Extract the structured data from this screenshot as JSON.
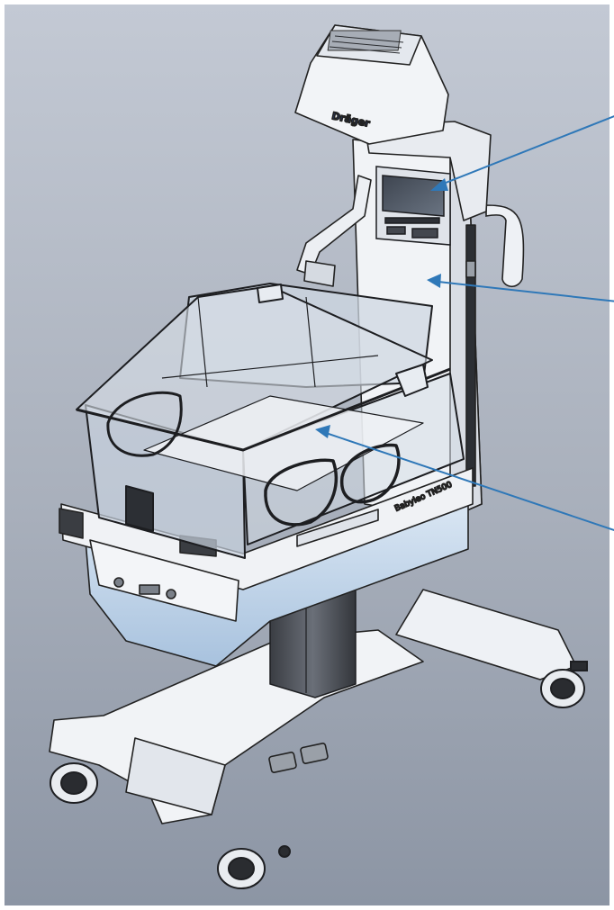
{
  "device": {
    "brand_text": "Dräger",
    "side_text": "Babyleo TN500"
  },
  "colors": {
    "background_top": "#bcc3cf",
    "background_bottom": "#8d96a5",
    "callout": "#2f78b8",
    "device_white": "#eef1f5",
    "device_edge": "#25272b",
    "canopy": "#c9d4df",
    "base_blue": "#c3d7ec",
    "column_dark": "#4a4e55",
    "screen": "#5a6470"
  },
  "callouts": [
    {
      "target": "display"
    },
    {
      "target": "column"
    },
    {
      "target": "mattress"
    }
  ]
}
